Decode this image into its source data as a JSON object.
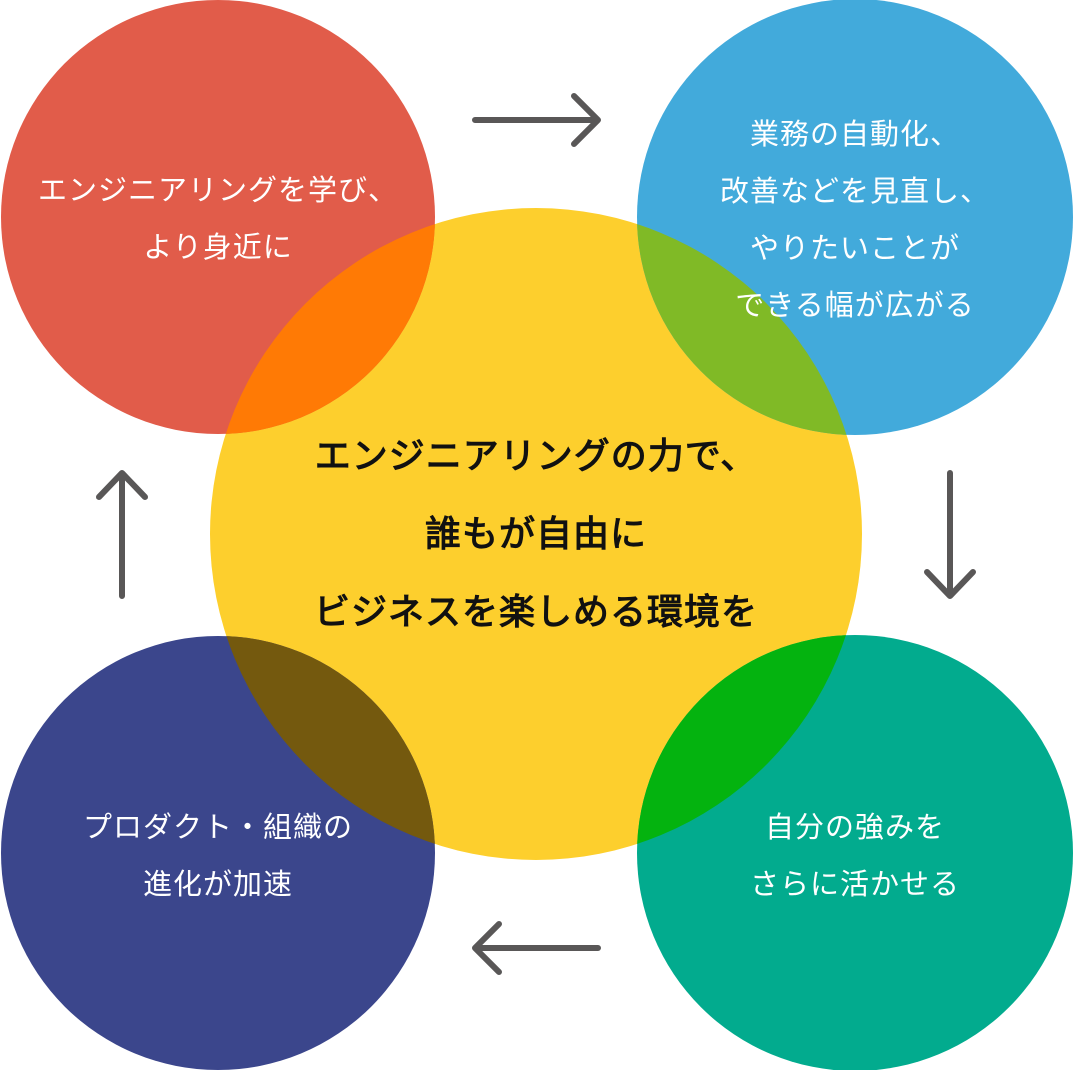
{
  "diagram": {
    "title": "エンジニアリングの力で、誰もが自由にビジネスを楽しめる環境を",
    "center": {
      "text": "エンジニアリングの力で、\n誰もが自由に\nビジネスを楽しめる環境を",
      "color": "#FDCF2D",
      "text_color": "#111111"
    },
    "nodes": [
      {
        "id": "top-left",
        "text": "エンジニアリングを学び、\nより身近に",
        "color": "#E15C4A",
        "overlap_color": "#FF7A05"
      },
      {
        "id": "top-right",
        "text": "業務の自動化、\n改善などを見直し、\nやりたいことが\nできる幅が広がる",
        "color": "#42AADB",
        "overlap_color": "#80BA26"
      },
      {
        "id": "bottom-right",
        "text": "自分の強みを\nさらに活かせる",
        "color": "#02AB8E",
        "overlap_color": "#04B30F"
      },
      {
        "id": "bottom-left",
        "text": "プロダクト・組織の\n進化が加速",
        "color": "#3B468C",
        "overlap_color": "#74590E"
      }
    ],
    "cycle_order": [
      "top-left",
      "top-right",
      "bottom-right",
      "bottom-left"
    ],
    "arrows": [
      {
        "from": "top-left",
        "to": "top-right",
        "direction": "right",
        "icon": "arrow-right-icon"
      },
      {
        "from": "top-right",
        "to": "bottom-right",
        "direction": "down",
        "icon": "arrow-down-icon"
      },
      {
        "from": "bottom-right",
        "to": "bottom-left",
        "direction": "left",
        "icon": "arrow-left-icon"
      },
      {
        "from": "bottom-left",
        "to": "top-left",
        "direction": "up",
        "icon": "arrow-up-icon"
      }
    ],
    "arrow_color": "#595757"
  }
}
